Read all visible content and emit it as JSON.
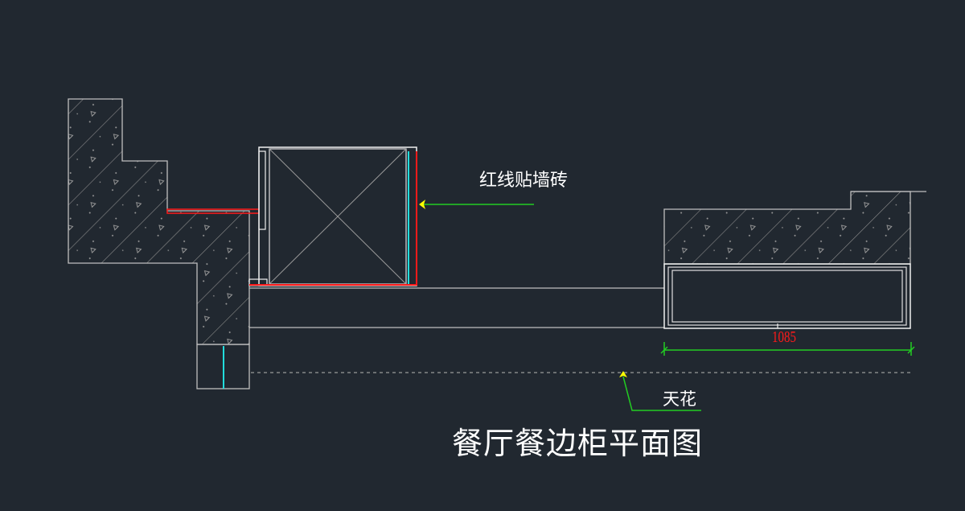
{
  "drawing": {
    "title": "餐厅餐边柜平面图",
    "notes": {
      "tile_note": "红线贴墙砖",
      "ceiling_note": "天花"
    },
    "dimension": "1085"
  },
  "colors": {
    "background": "#212830",
    "line": "#c8c8c8",
    "tile": "#ff1a1a",
    "leader": "#22cc22",
    "arrow": "#ffff00",
    "glass": "#22dddd"
  }
}
